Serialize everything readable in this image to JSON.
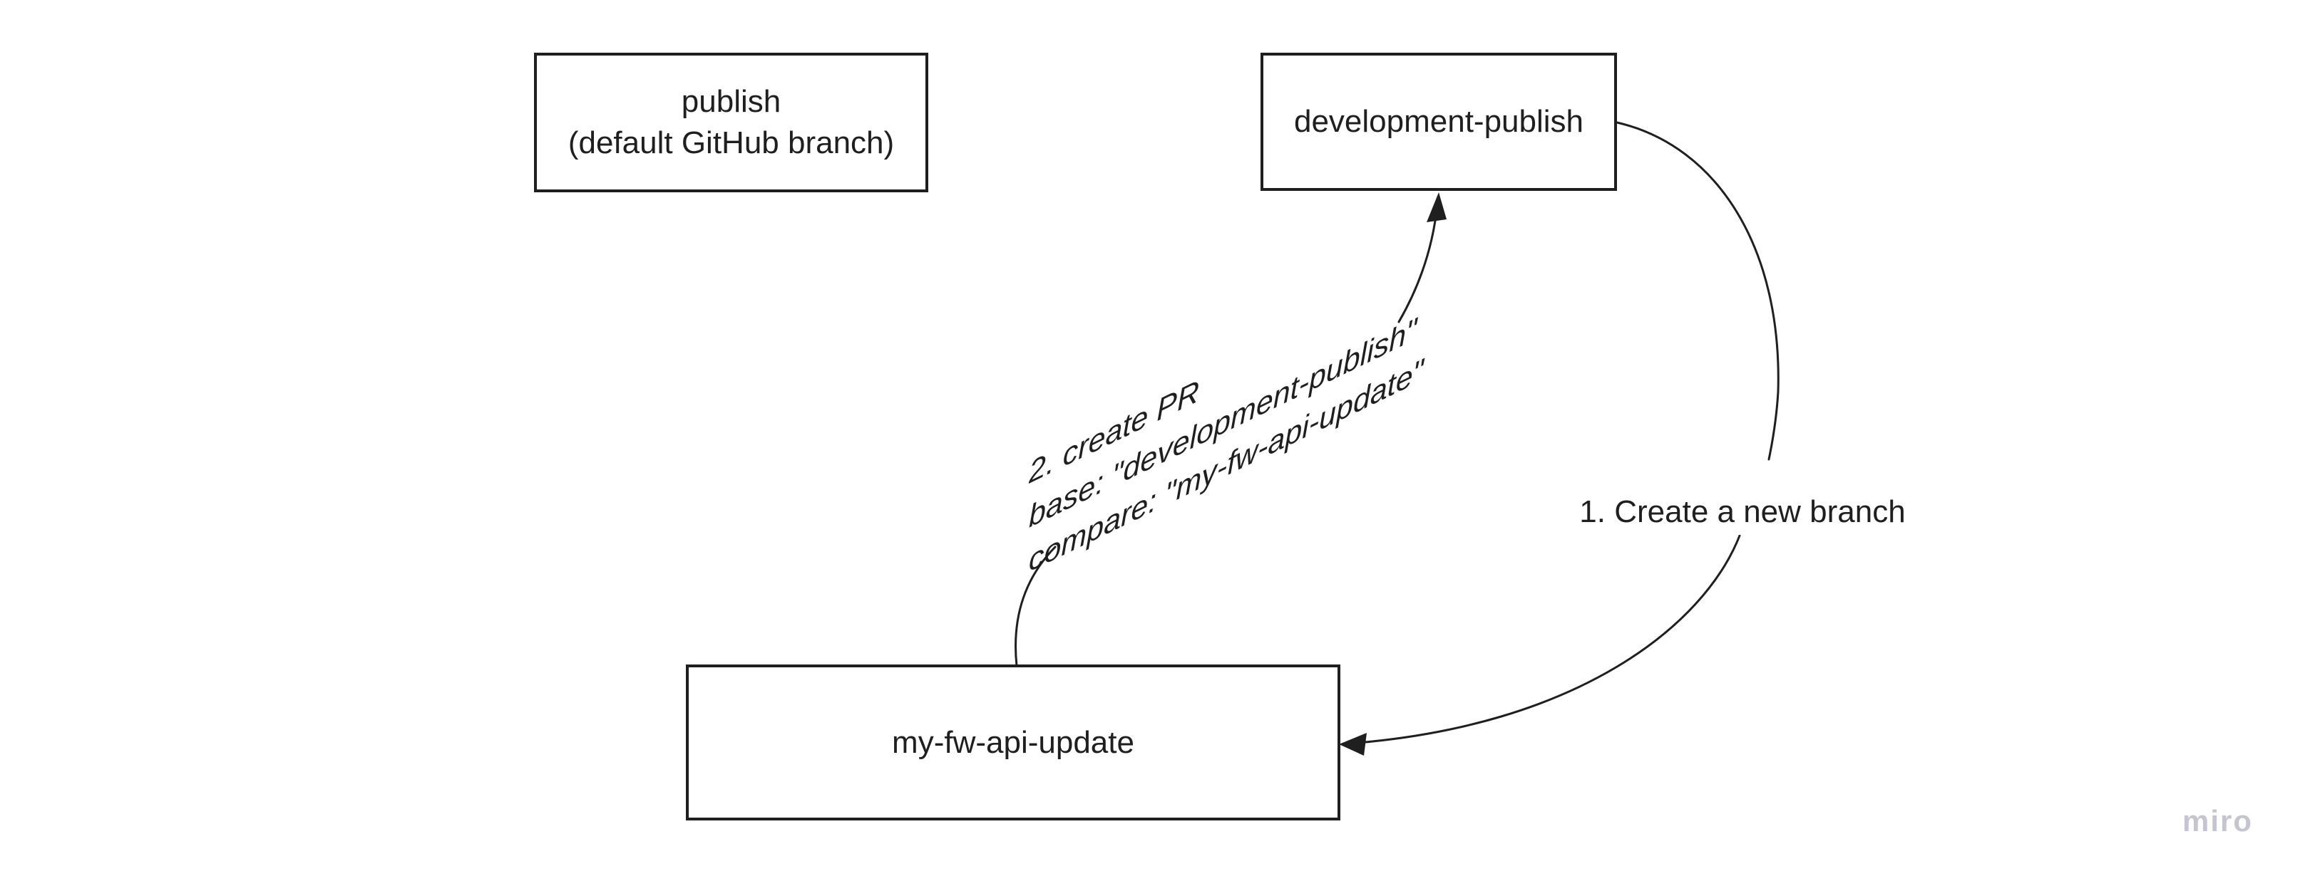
{
  "boxes": {
    "publish": {
      "lines": [
        "publish",
        "(default GitHub branch)"
      ]
    },
    "development_publish": {
      "label": "development-publish"
    },
    "my_fw_api_update": {
      "label": "my-fw-api-update"
    }
  },
  "connectors": {
    "create_branch": {
      "label": "1. Create a new branch",
      "from": "development-publish",
      "to": "my-fw-api-update"
    },
    "create_pr": {
      "lines": [
        "2. create PR",
        "base: \"development-publish\"",
        "compare: \"my-fw-api-update\""
      ],
      "from": "my-fw-api-update",
      "to": "development-publish"
    }
  },
  "watermark": {
    "label": "miro"
  },
  "colors": {
    "ink": "#1f1f1f",
    "background": "#ffffff",
    "watermark": "#c5c5d0"
  }
}
